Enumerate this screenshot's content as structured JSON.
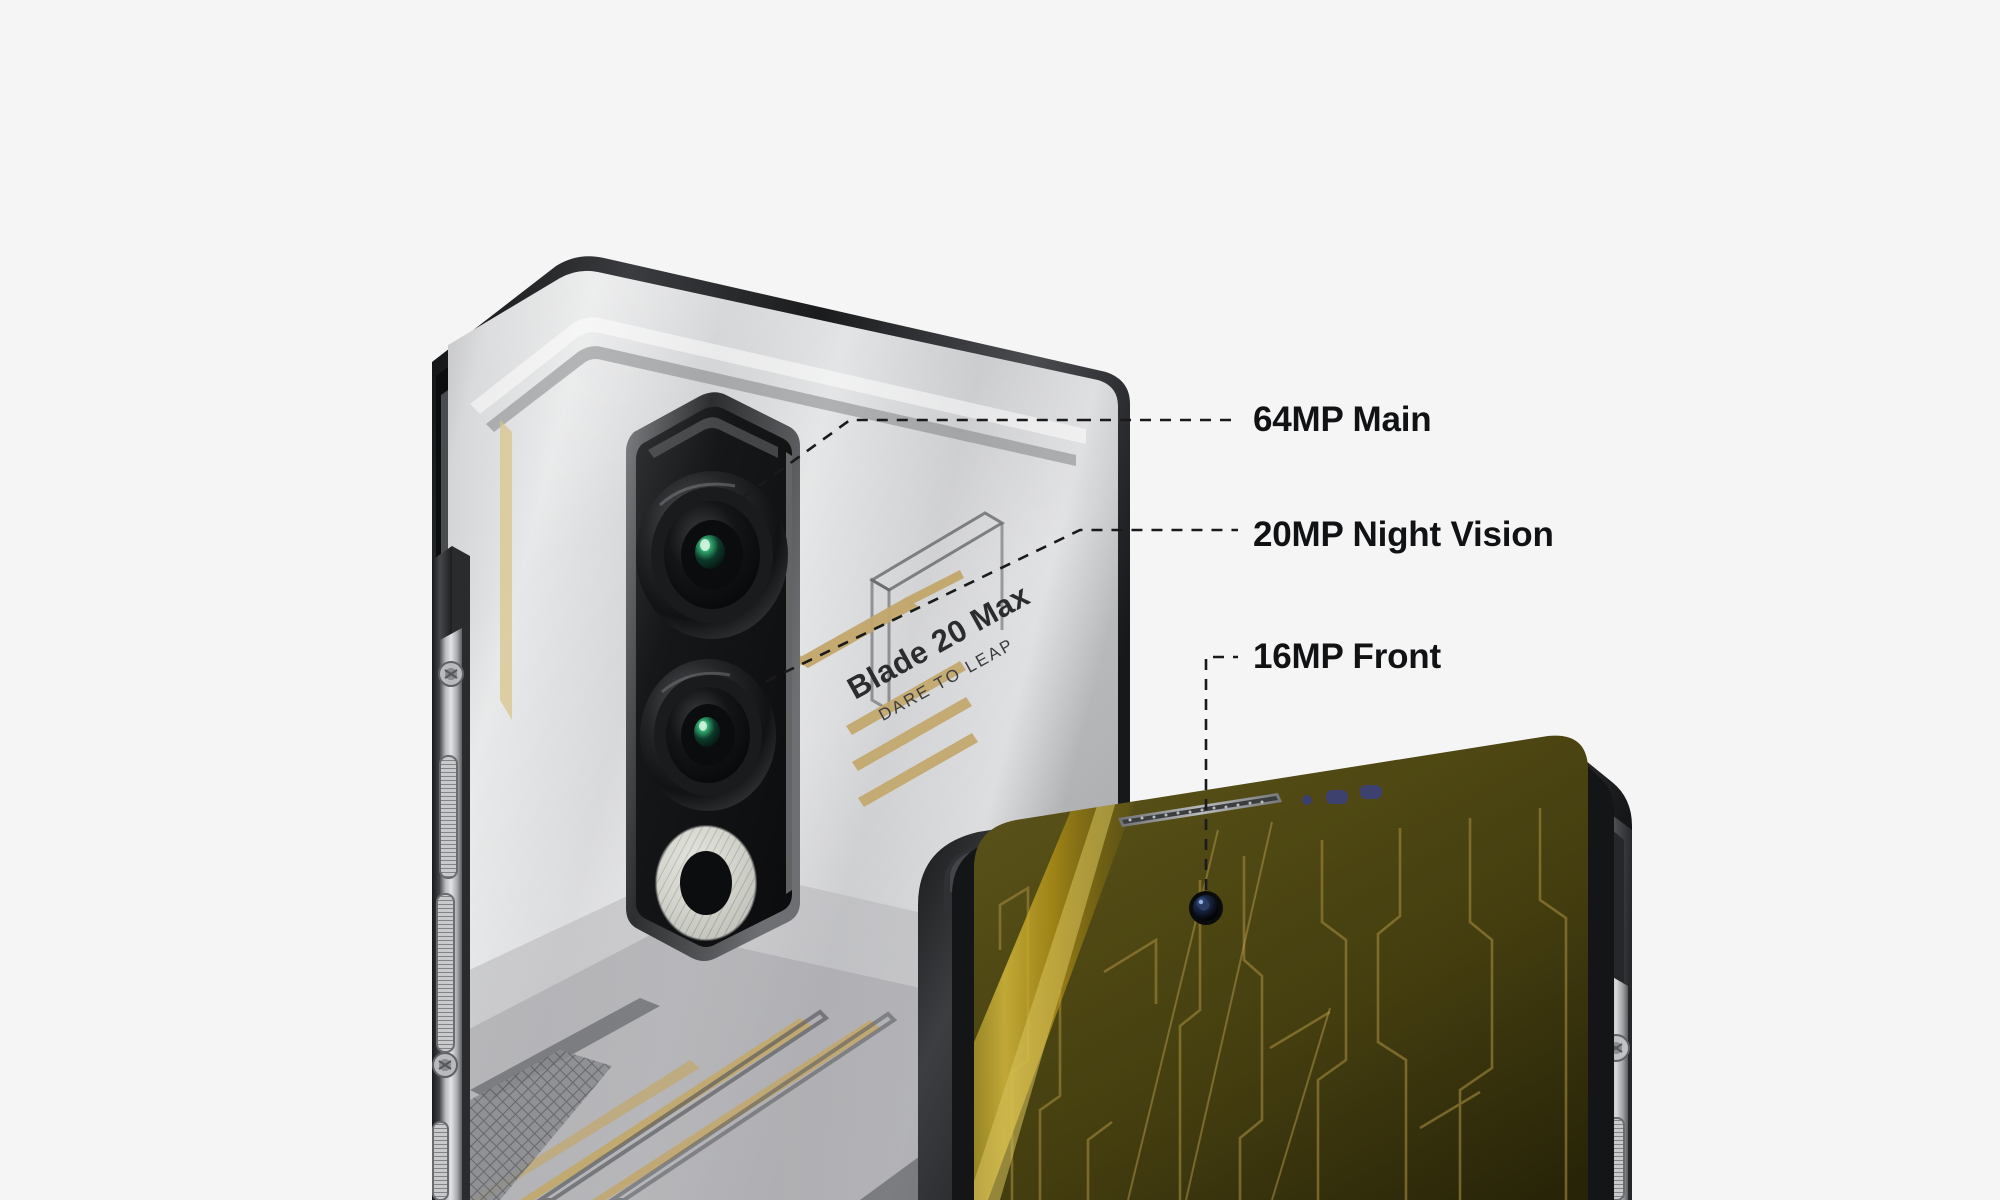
{
  "page": {
    "background_color": "#f5f5f6",
    "subject": "rugged smartphone camera feature callout",
    "text_color": "#111214",
    "leader_line_color": "#1a1a1a"
  },
  "callouts": [
    {
      "id": "main",
      "label": "64MP Main",
      "anchor": "rear-camera-top-lens",
      "line_style": "dashed-horizontal"
    },
    {
      "id": "night",
      "label": "20MP Night Vision",
      "anchor": "rear-camera-bottom-lens",
      "line_style": "dashed-diagonal"
    },
    {
      "id": "front",
      "label": "16MP Front",
      "anchor": "front-punch-hole-camera",
      "line_style": "dashed-elbow"
    }
  ],
  "rear_phone": {
    "brand_text": "Blade 20 Max",
    "tagline": "DARE TO LEAP",
    "accent_color": "#c2a76a",
    "body_color": "#c9cacc",
    "bumper_color": "#1e1f21",
    "camera_island": {
      "lenses": [
        {
          "name": "main-lens",
          "tint": "#2ea36a",
          "size": "large"
        },
        {
          "name": "night-lens",
          "tint": "#2e9b72",
          "size": "medium"
        }
      ],
      "flash": {
        "name": "ring-flash",
        "style": "guilloche-ring",
        "color": "#dedfd6"
      }
    },
    "side_controls": [
      {
        "name": "hex-screw-top"
      },
      {
        "name": "volume-rocker"
      },
      {
        "name": "power-button"
      },
      {
        "name": "hex-screw-bottom"
      }
    ]
  },
  "front_phone": {
    "screen": {
      "wallpaper": "dark olive circuit pattern with gold light streak",
      "base_color": "#5d5518",
      "trace_color": "#b79a46",
      "streak_color": "#e5c12a"
    },
    "bezel_color": "#141516",
    "frame_color": "#3b3c3e",
    "top_elements": [
      {
        "name": "earpiece-speaker-grille"
      },
      {
        "name": "proximity-sensor-dot"
      },
      {
        "name": "sensor-window-a"
      },
      {
        "name": "sensor-window-b"
      },
      {
        "name": "punch-hole-camera"
      }
    ],
    "side_controls": [
      {
        "name": "hex-screw"
      },
      {
        "name": "volume-button"
      }
    ]
  }
}
